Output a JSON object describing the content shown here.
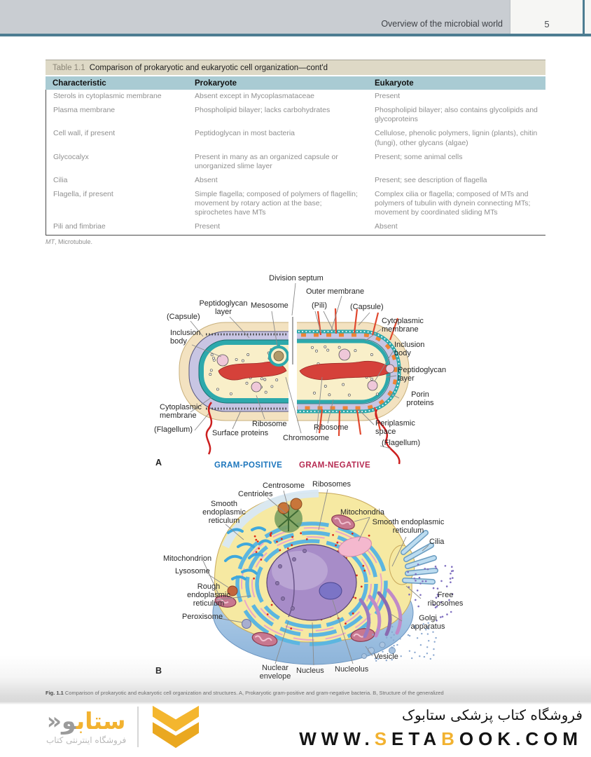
{
  "page": {
    "header_title": "Overview of the microbial world",
    "page_number": "5"
  },
  "colors": {
    "accent_teal": "#4d7d92",
    "table_title_bg": "#ded9c6",
    "table_header_bg": "#a9cbd3",
    "gram_positive": "#1b75bc",
    "gram_negative": "#b62a51",
    "brand_yellow": "#f2b230"
  },
  "table": {
    "title_prefix": "Table 1.1",
    "title": "Comparison of prokaryotic and eukaryotic cell organization—cont'd",
    "columns": [
      "Characteristic",
      "Prokaryote",
      "Eukaryote"
    ],
    "rows": [
      [
        "Sterols in cytoplasmic membrane",
        "Absent except in Mycoplasmataceae",
        "Present"
      ],
      [
        "Plasma membrane",
        "Phospholipid bilayer; lacks carbohydrates",
        "Phospholipid bilayer; also contains glycolipids and glycoproteins"
      ],
      [
        "Cell wall, if present",
        "Peptidoglycan in most bacteria",
        "Cellulose, phenolic polymers, lignin (plants), chitin (fungi), other glycans (algae)"
      ],
      [
        "Glycocalyx",
        "Present in many as an organized capsule or unorganized slime layer",
        "Present; some animal cells"
      ],
      [
        "Cilia",
        "Absent",
        "Present; see description of flagella"
      ],
      [
        "Flagella, if present",
        "Simple flagella; composed of polymers of flagellin; movement by rotary action at the base; spirochetes have MTs",
        "Complex cilia or flagella; composed of MTs and polymers of tubulin with dynein connecting MTs; movement by coordinated sliding MTs"
      ],
      [
        "Pili and fimbriae",
        "Present",
        "Absent"
      ]
    ],
    "footnote_abbr": "MT",
    "footnote_rest": ", Microtubule."
  },
  "figure": {
    "caption_label": "Fig. 1.1",
    "caption_text": " Comparison of prokaryotic and eukaryotic cell organization and structures. A, Prokaryotic gram-positive and gram-negative bacteria. B, Structure of the generalized",
    "panel_a": {
      "letter": "A",
      "gram_positive": "GRAM-POSITIVE",
      "gram_negative": "GRAM-NEGATIVE",
      "labels": {
        "division_septum": "Division septum",
        "outer_membrane": "Outer membrane",
        "peptidoglycan_layer_left": "Peptidoglycan layer",
        "mesosome": "Mesosome",
        "pili": "(Pili)",
        "capsule_right": "(Capsule)",
        "capsule_left": "(Capsule)",
        "cytoplasmic_membrane_right": "Cytoplasmic membrane",
        "inclusion_body_left": "Inclusion body",
        "inclusion_body_right": "Inclusion body",
        "peptidoglycan_layer_right": "Peptidoglycan layer",
        "porin_proteins": "Porin proteins",
        "cytoplasmic_membrane_left": "Cytoplasmic membrane",
        "flagellum_left": "(Flagellum)",
        "surface_proteins": "Surface proteins",
        "ribosome_left": "Ribosome",
        "chromosome": "Chromosome",
        "ribosome_right": "Ribosome",
        "periplasmic_space": "Periplasmic space",
        "flagellum_right": "(Flagellum)"
      }
    },
    "panel_b": {
      "letter": "B",
      "labels": {
        "centrosome": "Centrosome",
        "ribosomes": "Ribosomes",
        "centrioles": "Centrioles",
        "smooth_er_left": "Smooth endoplasmic reticulum",
        "mitochondria": "Mitochondria",
        "smooth_er_right": "Smooth endoplasmic reticulum",
        "cilia": "Cilia",
        "mitochondrion": "Mitochondrion",
        "lysosome": "Lysosome",
        "rough_er": "Rough endoplasmic reticulum",
        "peroxisome": "Peroxisome",
        "free_ribosomes": "Free ribosomes",
        "golgi_apparatus": "Golgi apparatus",
        "vesicle": "Vesicle",
        "nuclear_envelope": "Nuclear envelope",
        "nucleus": "Nucleus",
        "nucleolus": "Nucleolus"
      }
    }
  },
  "footer": {
    "logo_text_yellow": "ستاب",
    "logo_text_gray": "و",
    "logo_kaf_mark": "«",
    "logo_subtitle": "فروشگاه اینترنتی کتاب",
    "tagline": "فروشگاه کتاب پزشکی ستابوک",
    "url": {
      "www": "WWW.",
      "s": "S",
      "eta": "ETA",
      "b": "B",
      "rest": "OOK.COM"
    }
  }
}
